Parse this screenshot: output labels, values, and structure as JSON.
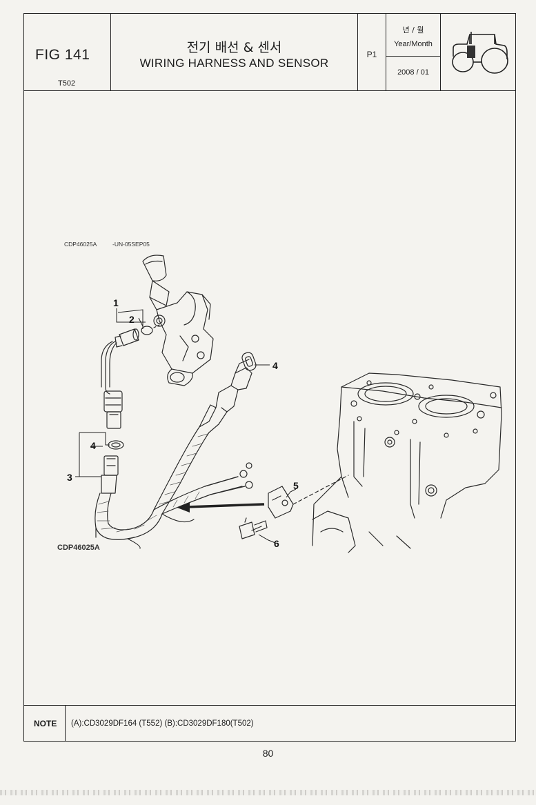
{
  "header": {
    "fig_label": "FIG 141",
    "model": "T502",
    "title_korean": "전기 배선 & 센서",
    "title_english": "WIRING HARNESS AND SENSOR",
    "page": "P1",
    "date_label_korean": "년 / 월",
    "date_label_english": "Year/Month",
    "date_value": "2008 / 01",
    "icon": "tractor-icon"
  },
  "drawing": {
    "ref_code_top": "CDP46025A",
    "ref_code_suffix": "-UN-05SEP05",
    "ref_code_bottom": "CDP46025A",
    "callouts": [
      "1",
      "2",
      "3",
      "4",
      "4",
      "5",
      "6"
    ]
  },
  "note": {
    "label": "NOTE",
    "text": "(A):CD3029DF164 (T552)  (B):CD3029DF180(T502)"
  },
  "page_number": "80"
}
